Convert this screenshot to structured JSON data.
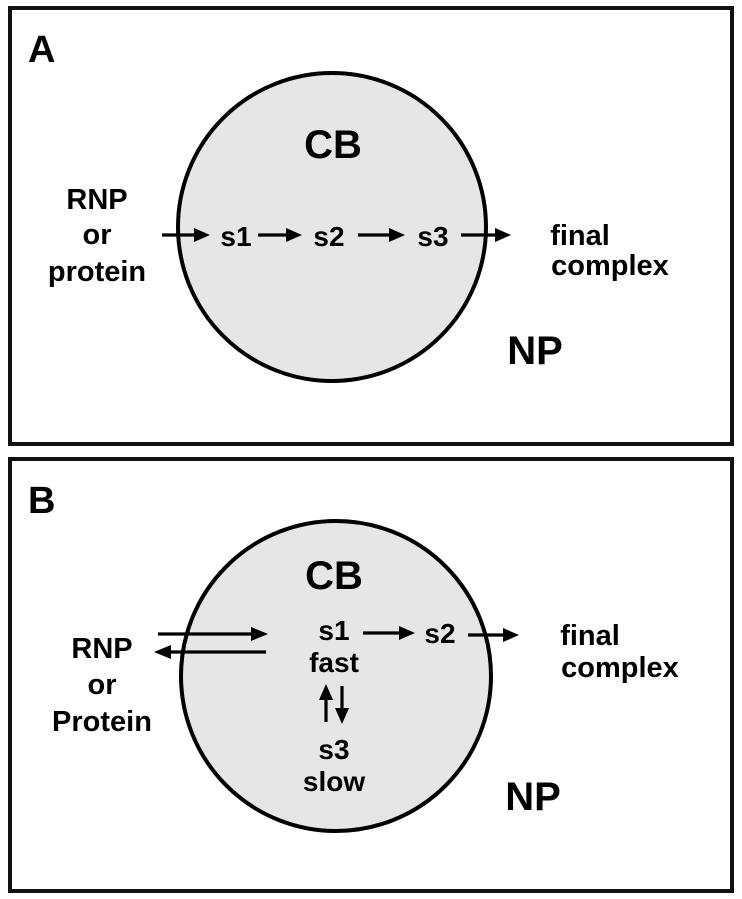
{
  "panel_a": {
    "letter": "A",
    "body_label": "CB",
    "region_label": "NP",
    "input_lines": [
      "RNP",
      "or",
      "protein"
    ],
    "steps": [
      "s1",
      "s2",
      "s3"
    ],
    "output_lines": [
      "final",
      "complex"
    ]
  },
  "panel_b": {
    "letter": "B",
    "body_label": "CB",
    "region_label": "NP",
    "input_lines": [
      "RNP",
      "or",
      "Protein"
    ],
    "s1": "s1",
    "s1_rate": "fast",
    "s2": "s2",
    "s3": "s3",
    "s3_rate": "slow",
    "output_lines": [
      "final",
      "complex"
    ]
  },
  "colors": {
    "frame": "#111111",
    "body_fill": "#e6e6e6",
    "ink": "#000000"
  }
}
